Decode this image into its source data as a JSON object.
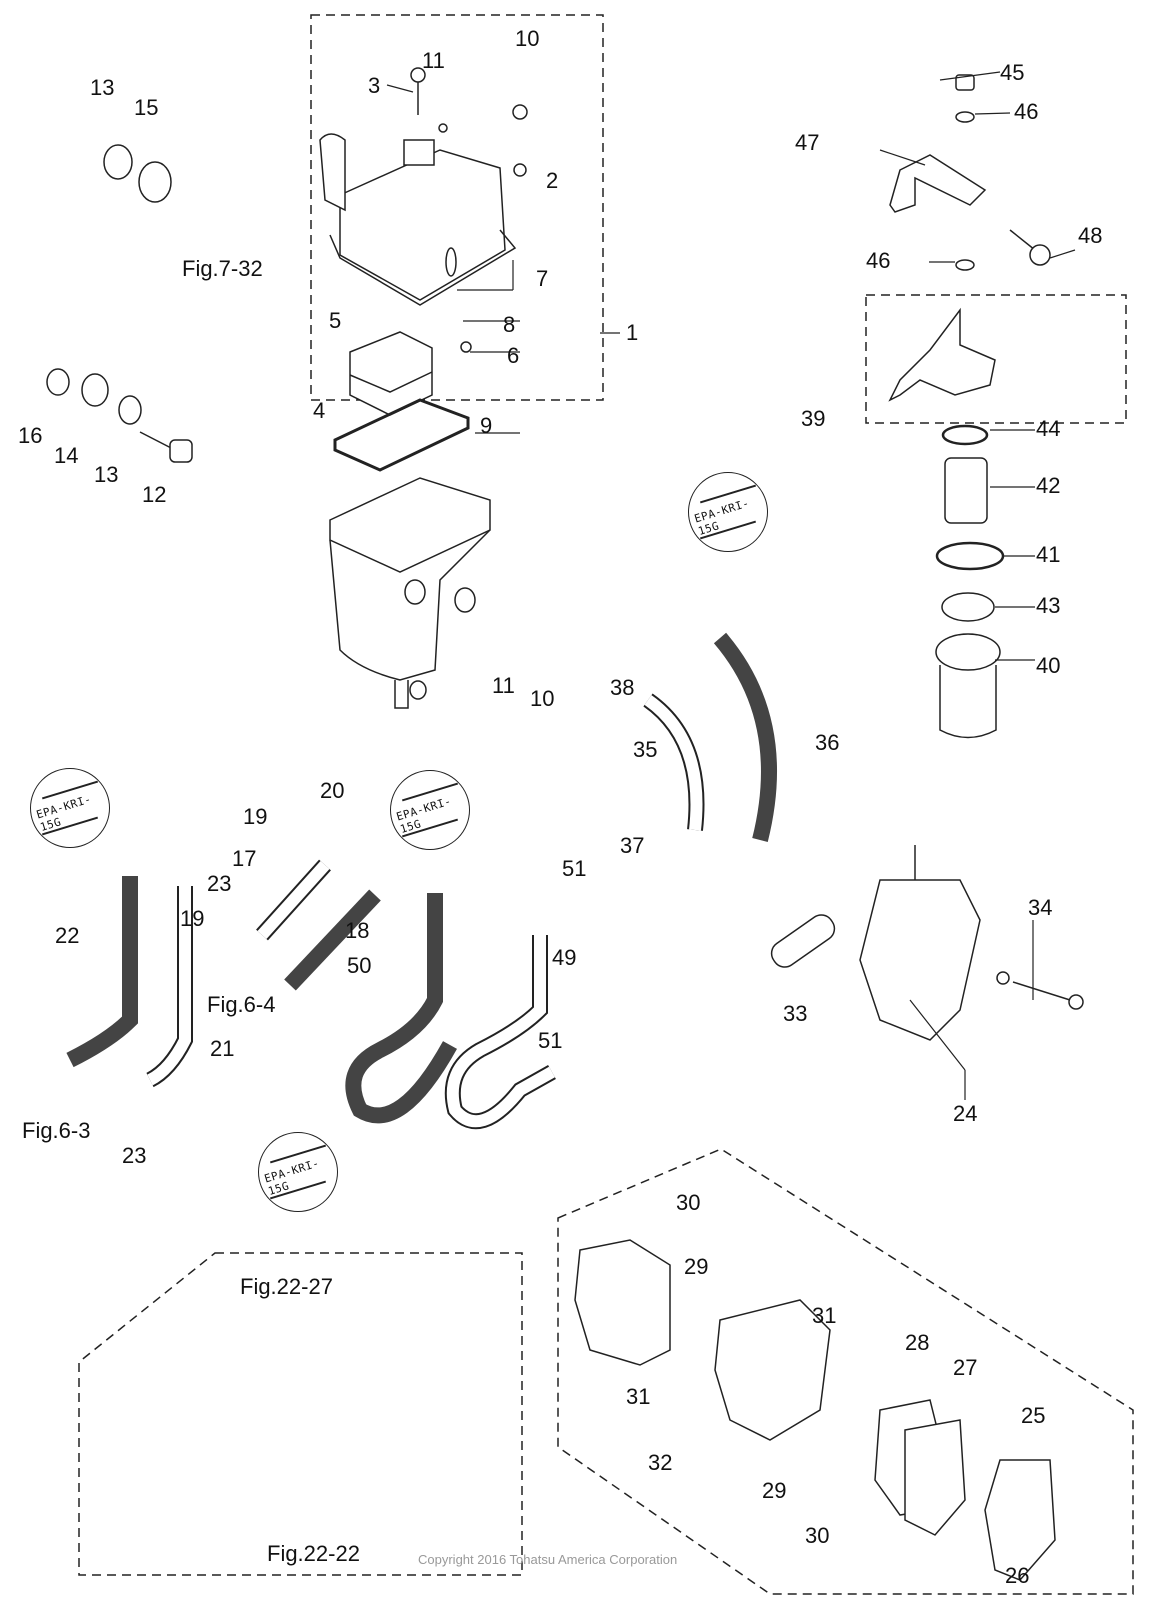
{
  "diagram": {
    "type": "exploded-parts-diagram",
    "subject": "Outboard fuel system: vapor separator, fuel filter, hoses, fuel pump",
    "copyright": "Copyright 2016 Tohatsu America Corporation",
    "hose_stamp": "EPA-KRI-15G",
    "labels": [
      {
        "id": "l1",
        "text": "1"
      },
      {
        "id": "l2",
        "text": "2"
      },
      {
        "id": "l3",
        "text": "3"
      },
      {
        "id": "l4",
        "text": "4"
      },
      {
        "id": "l5",
        "text": "5"
      },
      {
        "id": "l6",
        "text": "6"
      },
      {
        "id": "l7",
        "text": "7"
      },
      {
        "id": "l8",
        "text": "8"
      },
      {
        "id": "l9",
        "text": "9"
      },
      {
        "id": "l10a",
        "text": "10"
      },
      {
        "id": "l10b",
        "text": "10"
      },
      {
        "id": "l11a",
        "text": "11"
      },
      {
        "id": "l11b",
        "text": "11"
      },
      {
        "id": "l12",
        "text": "12"
      },
      {
        "id": "l13a",
        "text": "13"
      },
      {
        "id": "l13b",
        "text": "13"
      },
      {
        "id": "l14",
        "text": "14"
      },
      {
        "id": "l15",
        "text": "15"
      },
      {
        "id": "l16",
        "text": "16"
      },
      {
        "id": "l17",
        "text": "17"
      },
      {
        "id": "l18",
        "text": "18"
      },
      {
        "id": "l19a",
        "text": "19"
      },
      {
        "id": "l19b",
        "text": "19"
      },
      {
        "id": "l20",
        "text": "20"
      },
      {
        "id": "l21",
        "text": "21"
      },
      {
        "id": "l22",
        "text": "22"
      },
      {
        "id": "l23a",
        "text": "23"
      },
      {
        "id": "l23b",
        "text": "23"
      },
      {
        "id": "l24",
        "text": "24"
      },
      {
        "id": "l25",
        "text": "25"
      },
      {
        "id": "l26",
        "text": "26"
      },
      {
        "id": "l27",
        "text": "27"
      },
      {
        "id": "l28",
        "text": "28"
      },
      {
        "id": "l29a",
        "text": "29"
      },
      {
        "id": "l29b",
        "text": "29"
      },
      {
        "id": "l30a",
        "text": "30"
      },
      {
        "id": "l30b",
        "text": "30"
      },
      {
        "id": "l31a",
        "text": "31"
      },
      {
        "id": "l31b",
        "text": "31"
      },
      {
        "id": "l32",
        "text": "32"
      },
      {
        "id": "l33",
        "text": "33"
      },
      {
        "id": "l34",
        "text": "34"
      },
      {
        "id": "l35",
        "text": "35"
      },
      {
        "id": "l36",
        "text": "36"
      },
      {
        "id": "l37",
        "text": "37"
      },
      {
        "id": "l38",
        "text": "38"
      },
      {
        "id": "l39",
        "text": "39"
      },
      {
        "id": "l40",
        "text": "40"
      },
      {
        "id": "l41",
        "text": "41"
      },
      {
        "id": "l42",
        "text": "42"
      },
      {
        "id": "l43",
        "text": "43"
      },
      {
        "id": "l44",
        "text": "44"
      },
      {
        "id": "l45",
        "text": "45"
      },
      {
        "id": "l46a",
        "text": "46"
      },
      {
        "id": "l46b",
        "text": "46"
      },
      {
        "id": "l47",
        "text": "47"
      },
      {
        "id": "l48",
        "text": "48"
      },
      {
        "id": "l49",
        "text": "49"
      },
      {
        "id": "l50",
        "text": "50"
      },
      {
        "id": "l51a",
        "text": "51"
      },
      {
        "id": "l51b",
        "text": "51"
      }
    ],
    "figure_refs": {
      "fig7_32": "Fig.7-32",
      "fig6_4": "Fig.6-4",
      "fig6_3": "Fig.6-3",
      "fig22_27": "Fig.22-27",
      "fig22_22": "Fig.22-22"
    }
  }
}
